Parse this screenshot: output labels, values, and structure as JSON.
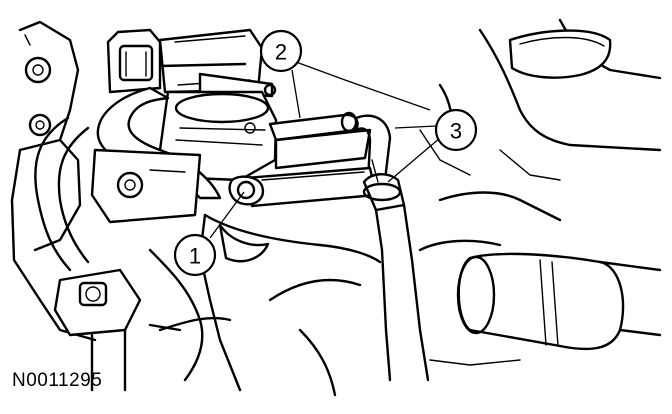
{
  "figure_id": "N0011295",
  "callouts": [
    {
      "label": "1"
    },
    {
      "label": "2"
    },
    {
      "label": "3"
    }
  ]
}
